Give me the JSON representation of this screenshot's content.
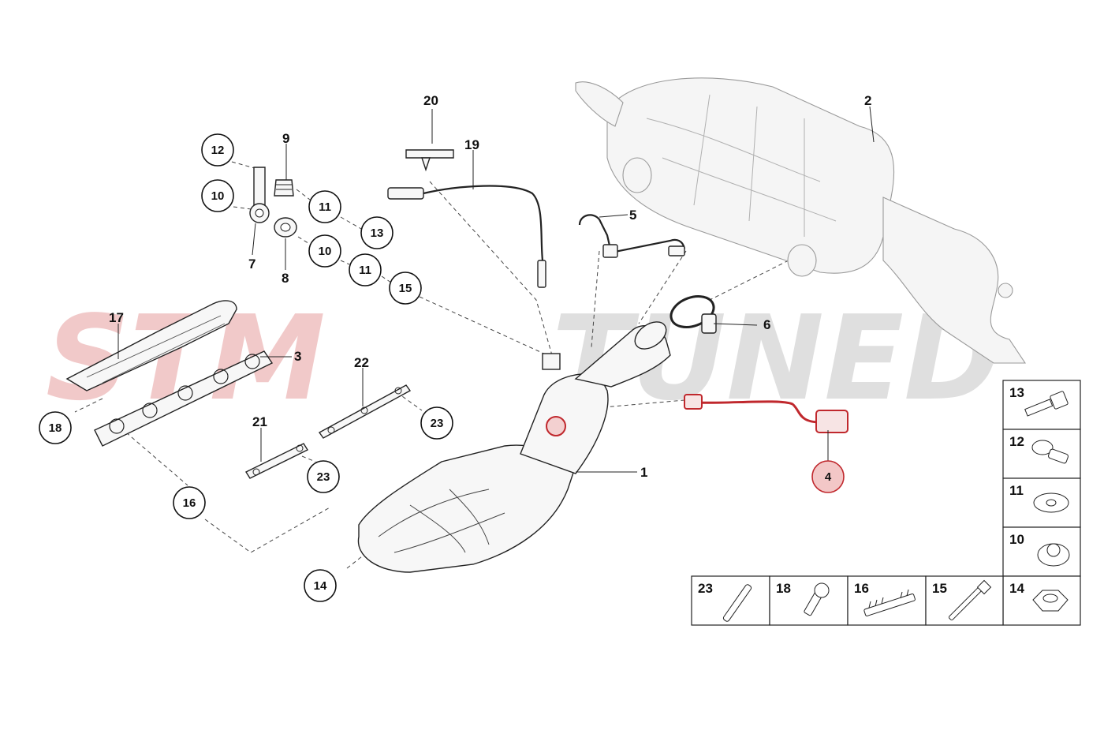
{
  "watermark": {
    "part1": "STM",
    "part2": "TUNED",
    "color1": "#f0c4c4",
    "color2": "#dcdcdc"
  },
  "highlight_color": "#c0282d",
  "labels": {
    "l2": "2",
    "l20": "20",
    "l19": "19",
    "l9": "9",
    "l5": "5",
    "l7": "7",
    "l8": "8",
    "l17": "17",
    "l3": "3",
    "l6": "6",
    "l22": "22",
    "l21": "21",
    "l1": "1"
  },
  "callouts": {
    "c12": "12",
    "c10a": "10",
    "c11a": "11",
    "c13": "13",
    "c10b": "10",
    "c11b": "11",
    "c15": "15",
    "c18": "18",
    "c23a": "23",
    "c23b": "23",
    "c16": "16",
    "c14": "14",
    "c4": "4"
  },
  "legend": {
    "right": [
      "13",
      "12",
      "11",
      "10",
      "14"
    ],
    "bottom": [
      "23",
      "18",
      "16",
      "15"
    ]
  }
}
